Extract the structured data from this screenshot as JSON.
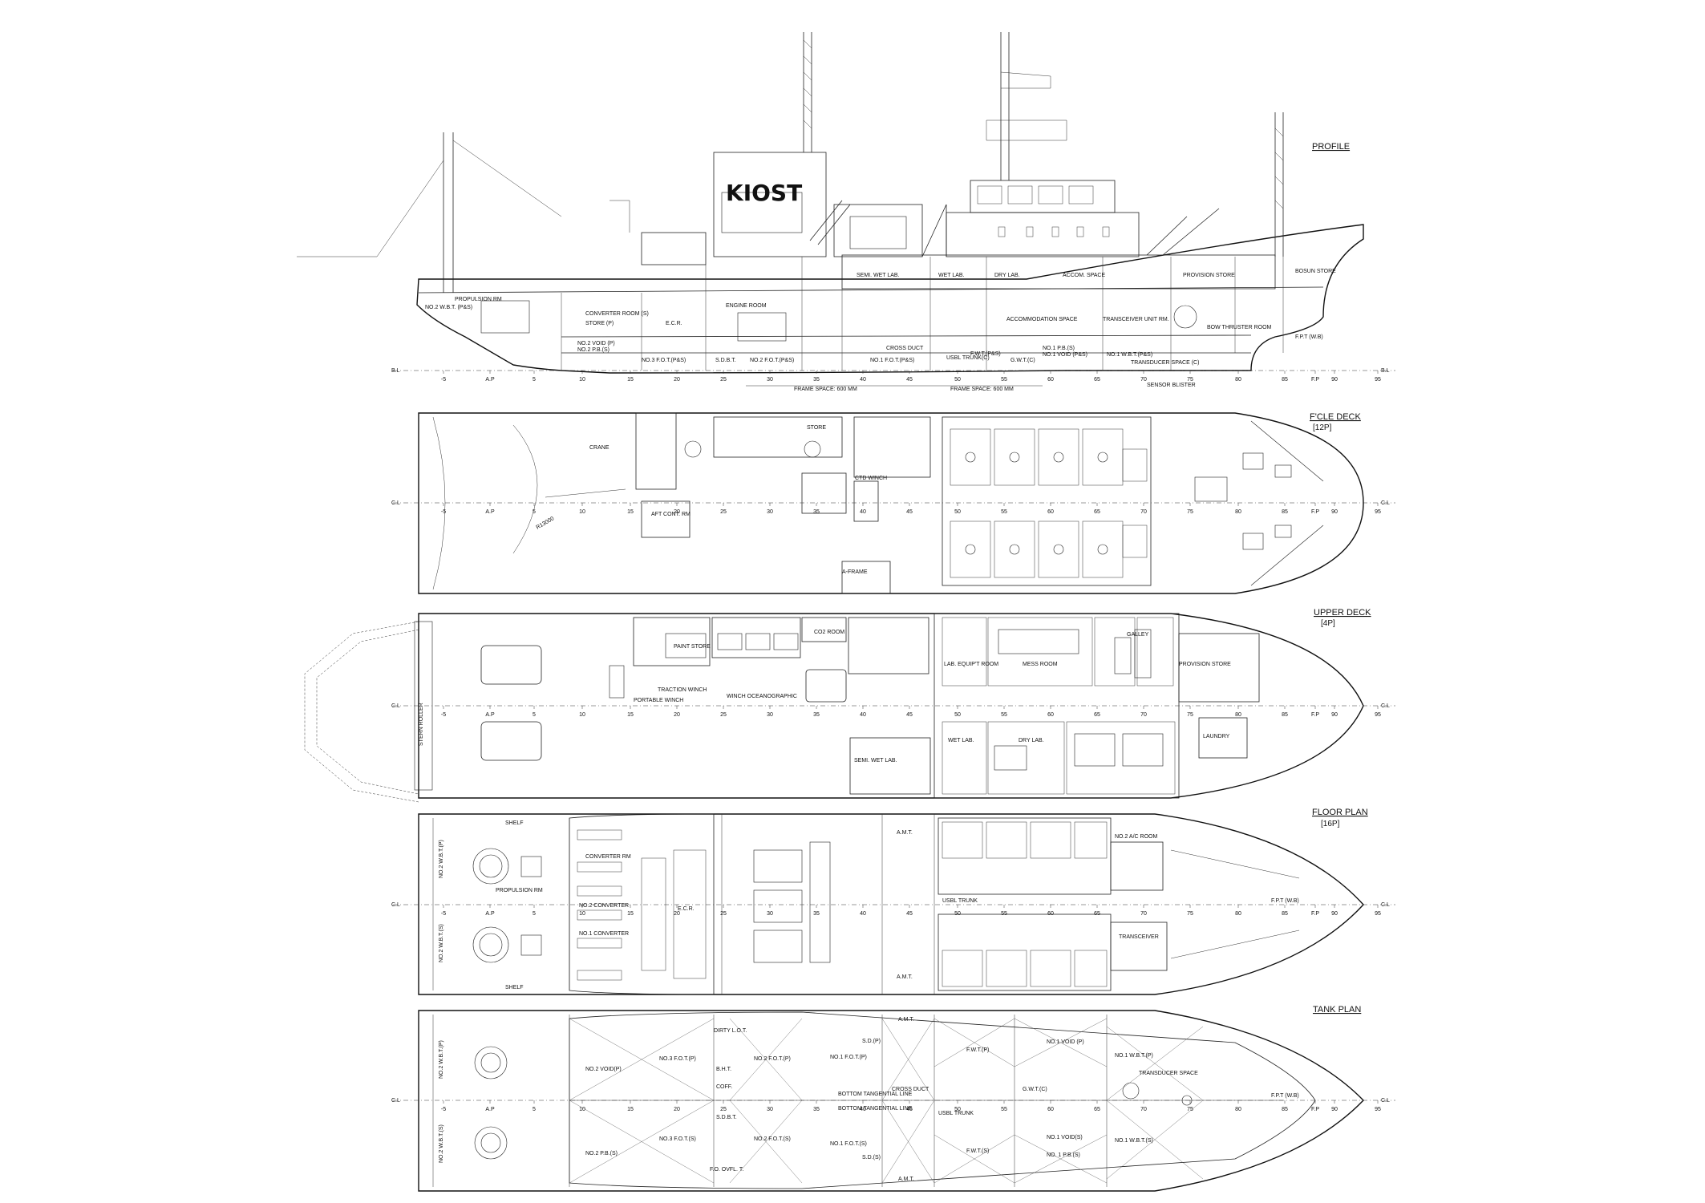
{
  "views": {
    "profile": {
      "title": "PROFILE"
    },
    "fcle": {
      "title": "F'CLE DECK",
      "sub": "[12P]"
    },
    "upper": {
      "title": "UPPER DECK",
      "sub": "[4P]"
    },
    "floor": {
      "title": "FLOOR PLAN",
      "sub": "[16P]"
    },
    "tank": {
      "title": "TANK PLAN"
    }
  },
  "logo": "KIOST",
  "frame_numbers": [
    "-5",
    "A.P",
    "5",
    "10",
    "15",
    "20",
    "25",
    "30",
    "35",
    "40",
    "45",
    "50",
    "55",
    "60",
    "65",
    "70",
    "75",
    "80",
    "85",
    "F.P",
    "90",
    "95"
  ],
  "frame_numbers_short": [
    "-5",
    "A.P",
    "5",
    "10",
    "15",
    "20",
    "25",
    "30",
    "35",
    "40",
    "45",
    "50",
    "55",
    "60",
    "65",
    "70",
    "75",
    "80",
    "85",
    "F.P",
    "90",
    "95"
  ],
  "labels": {
    "bl": "B.L",
    "cl": "C.L",
    "frame_space_1": "FRAME SPACE: 600 MM",
    "frame_space_2": "FRAME SPACE: 600 MM",
    "sensor_blister": "SENSOR BLISTER"
  },
  "profile_rooms": {
    "semi_wet_lab": "SEMI. WET LAB.",
    "wet_lab": "WET LAB.",
    "dry_lab": "DRY LAB.",
    "accom_space": "ACCOM. SPACE",
    "provision_store": "PROVISION STORE",
    "bosun_store": "BOSUN STORE",
    "propulsion_rm": "PROPULSION RM",
    "converter_room": "CONVERTER ROOM (S)",
    "store_p": "STORE (P)",
    "ecr": "E.C.R.",
    "engine_room": "ENGINE ROOM",
    "accommodation_space": "ACCOMMODATION SPACE",
    "transceiver_unit": "TRANSCEIVER UNIT RM.",
    "bow_thruster": "BOW THRUSTER ROOM",
    "fpt": "F.P.T (W.B)",
    "no2_wbt": "NO.2 W.B.T. (P&S)",
    "no2_void": "NO.2 VOID (P)",
    "no2_pb": "NO.2 P.B.(S)",
    "no3_fot": "NO.3 F.O.T.(P&S)",
    "sdb": "S.D.B.T.",
    "no2_fot": "NO.2 F.O.T.(P&S)",
    "no1_fot": "NO.1 F.O.T.(P&S)",
    "cross_duct": "CROSS DUCT",
    "fwt": "F.W.T.(P&S)",
    "gwt": "G.W.T.(C)",
    "no1_pb": "NO.1 P.B.(S)",
    "no1_void": "NO.1 VOID (P&S)",
    "no1_wbt": "NO.1 W.B.T.(P&S)",
    "transducer_space": "TRANSDUCER SPACE (C)",
    "usbl": "USBL TRUNK(C)"
  },
  "fcle_rooms": {
    "store": "STORE",
    "crane": "CRANE",
    "aft_cont": "AFT CONT. RM",
    "a_frame": "A-FRAME",
    "ctd_winch": "CTD WINCH",
    "radius": "R13000"
  },
  "upper_rooms": {
    "paint_store": "PAINT STORE",
    "co2_room": "CO2 ROOM",
    "lab_equip": "LAB. EQUIP'T ROOM",
    "mess_room": "MESS ROOM",
    "galley": "GALLEY",
    "provision_store": "PROVISION STORE",
    "semi_wet_lab": "SEMI. WET LAB.",
    "wet_lab": "WET LAB.",
    "dry_lab": "DRY LAB.",
    "laundry": "LAUNDRY",
    "stern_roller": "STERN ROLLER",
    "traction_winch": "TRACTION WINCH",
    "portable_winch": "PORTABLE WINCH",
    "oceanographic": "WINCH OCEANOGRAPHIC"
  },
  "floor_rooms": {
    "shelf": "SHELF",
    "propulsion_rm": "PROPULSION RM",
    "converter_rm": "CONVERTER RM",
    "no2_converter": "NO.2 CONVERTER",
    "no1_converter": "NO.1 CONVERTER",
    "ecr": "E.C.R.",
    "amt": "A.M.T.",
    "no2_ac_room": "NO.2 A/C ROOM",
    "transceiver": "TRANSCEIVER",
    "fpt": "F.P.T (W.B)",
    "no2_wbt_p": "NO.2 W.B.T.(P)",
    "no2_wbt_s": "NO.2 W.B.T.(S)",
    "usbl": "USBL TRUNK"
  },
  "tank_rooms": {
    "no2_void_p": "NO.2 VOID(P)",
    "no2_pb_s": "NO.2 P.B.(S)",
    "no3_fot_p": "NO.3 F.O.T.(P)",
    "no3_fot_s": "NO.3 F.O.T.(S)",
    "dirty_lot": "DIRTY L.O.T.",
    "bilge": "B.H.T.",
    "coff": "COFF.",
    "sdb": "S.D.B.T.",
    "fo_ovfl": "F.O. OVFL. T.",
    "no2_fot_p": "NO.2 F.O.T.(P)",
    "no2_fot_s": "NO.2 F.O.T.(S)",
    "no1_fot_p": "NO.1 F.O.T.(P)",
    "no1_fot_s": "NO.1 F.O.T.(S)",
    "sd_p": "S.D.(P)",
    "sd_s": "S.D.(S)",
    "cross_duct": "CROSS DUCT",
    "amt_top": "A.M.T.",
    "amt_bot": "A.M.T.",
    "fwt_p": "F.W.T.(P)",
    "fwt_s": "F.W.T.(S)",
    "gwt": "G.W.T.(C)",
    "no1_void_p": "NO.1 VOID (P)",
    "no1_void_s": "NO.1 VOID(S)",
    "no1_wbt_p": "NO.1 W.B.T.(P)",
    "no1_wbt_s": "NO.1 W.B.T.(S)",
    "no1_pb": "NO. 1 P.B.(S)",
    "transducer": "TRANSDUCER SPACE",
    "fpt": "F.P.T (W.B)",
    "usbl": "USBL TRUNK",
    "bottom_tangent_p": "BOTTOM TANGENTIAL LINE",
    "bottom_tangent_s": "BOTTOM TANGENTIAL LINE",
    "no2_wbt_p": "NO.2 W.B.T.(P)",
    "no2_wbt_s": "NO.2 W.B.T.(S)"
  }
}
